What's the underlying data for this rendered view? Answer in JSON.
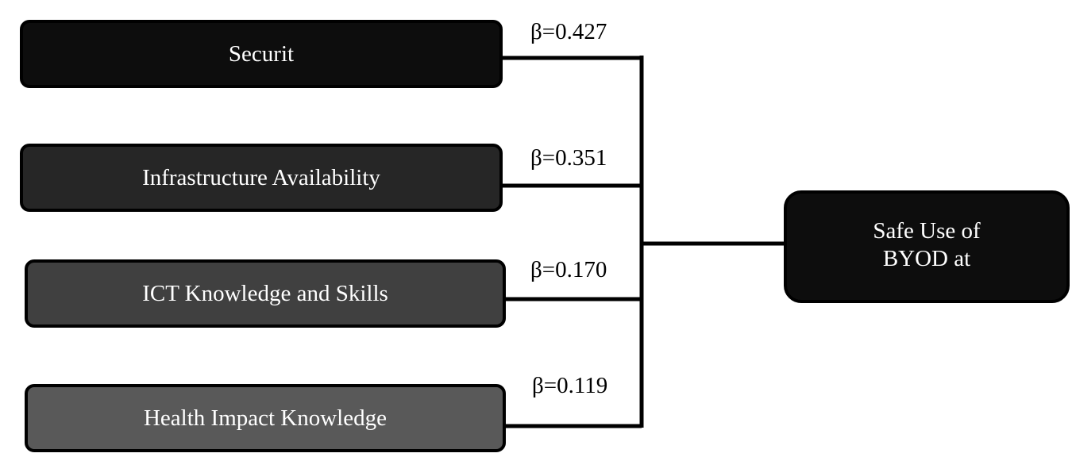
{
  "predictors": [
    {
      "label": "Securit",
      "beta": "β=0.427",
      "fill": "#0d0d0d"
    },
    {
      "label": "Infrastructure Availability",
      "beta": "β=0.351",
      "fill": "#262626"
    },
    {
      "label": "ICT Knowledge and Skills",
      "beta": "β=0.170",
      "fill": "#404040"
    },
    {
      "label": "Health Impact Knowledge",
      "beta": "β=0.119",
      "fill": "#595959"
    }
  ],
  "outcome": {
    "line1": "Safe Use of",
    "line2": "BYOD at",
    "fill": "#0d0d0d"
  }
}
